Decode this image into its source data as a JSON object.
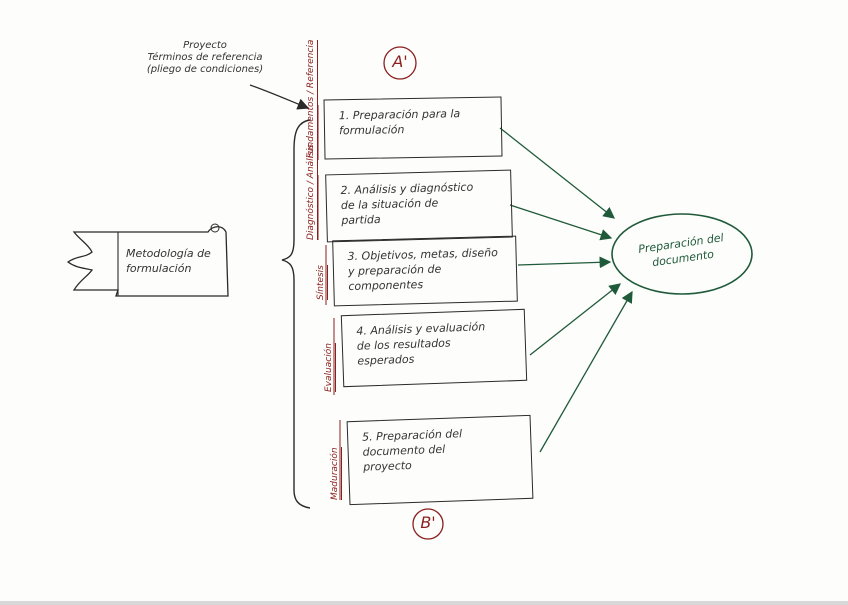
{
  "notes": {
    "top_line1": "Proyecto",
    "top_line2": "Términos de referencia",
    "top_line3": "(pliego de condiciones)"
  },
  "markers": {
    "a": "A'",
    "b": "B'"
  },
  "methodology": {
    "line1": "Metodología de",
    "line2": "formulación"
  },
  "steps": [
    {
      "side": "Fundamentos / Referencia",
      "line1": "1. Preparación para la",
      "line2": "formulación",
      "line3": ""
    },
    {
      "side": "Diagnóstico / Análisis",
      "line1": "2. Análisis y diagnóstico",
      "line2": "de la situación de",
      "line3": "partida"
    },
    {
      "side": "Síntesis",
      "line1": "3. Objetivos, metas, diseño",
      "line2": "y preparación de",
      "line3": "componentes"
    },
    {
      "side": "Evaluación",
      "line1": "4. Análisis y evaluación",
      "line2": "de los resultados",
      "line3": "esperados"
    },
    {
      "side": "Maduración",
      "line1": "5. Preparación del",
      "line2": "documento del",
      "line3": "proyecto"
    }
  ],
  "target": {
    "line1": "Preparación del",
    "line2": "documento"
  },
  "colors": {
    "ink": "#2a2a2a",
    "red": "#8a1f1f",
    "green": "#1f5a3a"
  }
}
